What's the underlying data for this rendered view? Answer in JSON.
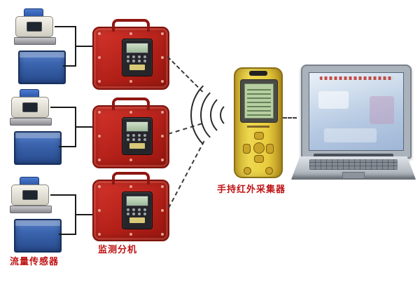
{
  "labels": {
    "flow_sensor": "流量传感器",
    "monitor_unit": "监测分机",
    "handheld_collector": "手持红外采集器"
  },
  "components": {
    "flow_sensor_groups": 3,
    "monitor_units": 3,
    "handheld_collectors": 1,
    "laptops": 1,
    "wireless_signal": "arc waves between monitor units and handheld collector",
    "dashed_links": 4,
    "wired_links": "each sensor pair is bracket-wired to one monitor unit"
  },
  "colors": {
    "label_text": "#c01414",
    "monitor_unit_red": "#b01f17",
    "sensor_tank_blue": "#3c66b0",
    "handheld_yellow": "#e8cc3e",
    "lcd_green": "#b7cfa0",
    "laptop_screen_blue": "#b5c9e2"
  }
}
